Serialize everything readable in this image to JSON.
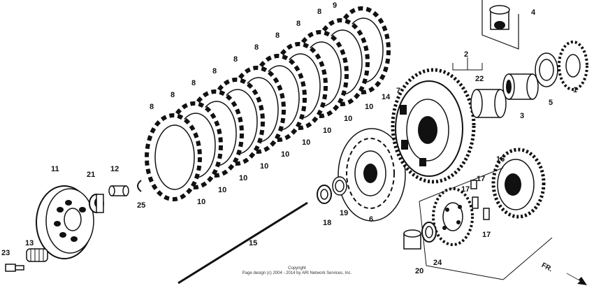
{
  "callouts": [
    {
      "id": "1",
      "text": "1"
    },
    {
      "id": "2",
      "text": "2"
    },
    {
      "id": "3",
      "text": "3"
    },
    {
      "id": "4",
      "text": "4"
    },
    {
      "id": "5",
      "text": "5"
    },
    {
      "id": "6",
      "text": "6"
    },
    {
      "id": "7",
      "text": "7"
    },
    {
      "id": "9",
      "text": "9"
    },
    {
      "id": "11",
      "text": "11"
    },
    {
      "id": "12",
      "text": "12"
    },
    {
      "id": "13",
      "text": "13"
    },
    {
      "id": "14",
      "text": "14"
    },
    {
      "id": "15",
      "text": "15"
    },
    {
      "id": "16",
      "text": "16"
    },
    {
      "id": "17a",
      "text": "17"
    },
    {
      "id": "17b",
      "text": "17"
    },
    {
      "id": "17c",
      "text": "17"
    },
    {
      "id": "18",
      "text": "18"
    },
    {
      "id": "19",
      "text": "19"
    },
    {
      "id": "20",
      "text": "20"
    },
    {
      "id": "21",
      "text": "21"
    },
    {
      "id": "22",
      "text": "22"
    },
    {
      "id": "23",
      "text": "23"
    },
    {
      "id": "24",
      "text": "24"
    },
    {
      "id": "25",
      "text": "25"
    }
  ],
  "plate_label": "8",
  "disc_label": "10",
  "copyright_line1": "Copyright",
  "copyright_line2": "Page design (c) 2004 - 2014 by ARI Network Services, Inc.",
  "direction_label": "FR."
}
